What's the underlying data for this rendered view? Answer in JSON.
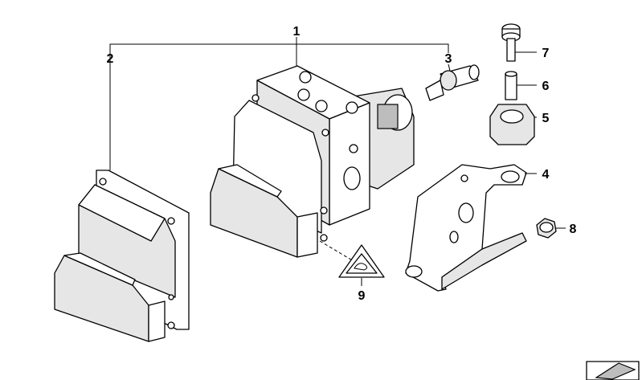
{
  "diagram": {
    "callouts": [
      {
        "id": "1",
        "label": "1"
      },
      {
        "id": "2",
        "label": "2"
      },
      {
        "id": "3",
        "label": "3"
      },
      {
        "id": "4",
        "label": "4"
      },
      {
        "id": "5",
        "label": "5"
      },
      {
        "id": "6",
        "label": "6"
      },
      {
        "id": "7",
        "label": "7"
      },
      {
        "id": "8",
        "label": "8"
      },
      {
        "id": "9",
        "label": "9"
      }
    ],
    "parts": [
      {
        "callout": "1",
        "icon": "abs-hydraulic-unit-icon"
      },
      {
        "callout": "2",
        "icon": "abs-control-module-icon"
      },
      {
        "callout": "3",
        "icon": "pressure-sensor-icon"
      },
      {
        "callout": "4",
        "icon": "mounting-bracket-icon"
      },
      {
        "callout": "5",
        "icon": "rubber-mount-icon"
      },
      {
        "callout": "6",
        "icon": "spacer-sleeve-icon"
      },
      {
        "callout": "7",
        "icon": "bolt-icon"
      },
      {
        "callout": "8",
        "icon": "hex-bolt-icon"
      },
      {
        "callout": "9",
        "icon": "warning-label-icon"
      }
    ],
    "corner_icon": "arrow-corner-icon"
  }
}
